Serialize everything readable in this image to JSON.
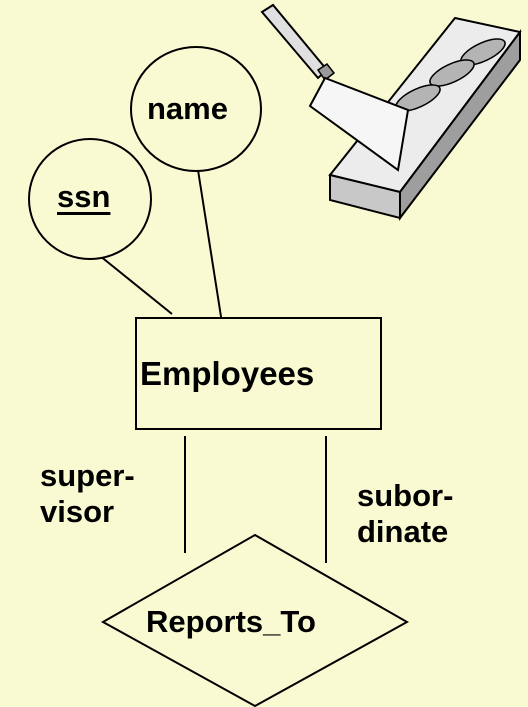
{
  "entity": {
    "name": "Employees"
  },
  "attributes": [
    {
      "name": "name",
      "key": false
    },
    {
      "name": "ssn",
      "key": true
    }
  ],
  "relationship": {
    "name": "Reports_To"
  },
  "roles": {
    "supervisor": {
      "line1": "super-",
      "line2": "visor"
    },
    "subordinate": {
      "line1": "subor-",
      "line2": "dinate"
    }
  },
  "colors": {
    "background": "#fafad2",
    "stroke": "#000000",
    "brick": "#cfcfcf"
  }
}
